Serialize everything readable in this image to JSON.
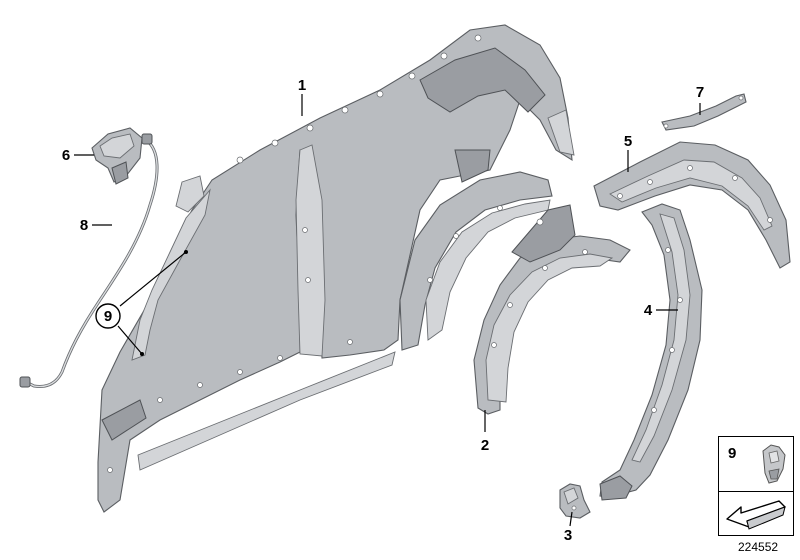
{
  "diagram": {
    "callouts": {
      "c1": "1",
      "c2": "2",
      "c3": "3",
      "c4": "4",
      "c5": "5",
      "c6": "6",
      "c7": "7",
      "c8": "8",
      "c9": "9"
    },
    "legend": {
      "number": "9"
    },
    "reference_number": "224552",
    "colors": {
      "metal": "#b9bcc0",
      "outline": "#5b5e62",
      "ink": "#000000"
    }
  }
}
